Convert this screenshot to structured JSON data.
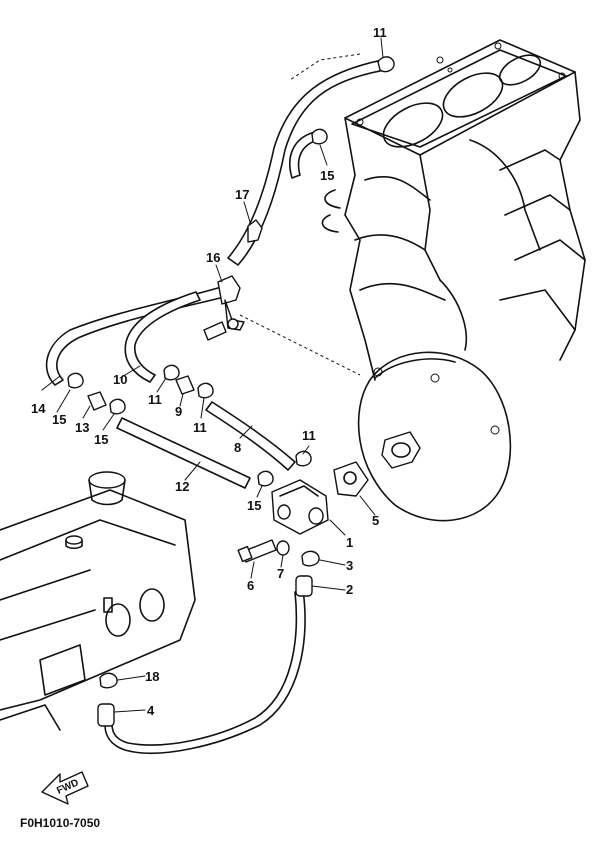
{
  "diagram": {
    "callouts": [
      {
        "id": "c1",
        "label": "1"
      },
      {
        "id": "c2",
        "label": "2"
      },
      {
        "id": "c3",
        "label": "3"
      },
      {
        "id": "c4",
        "label": "4"
      },
      {
        "id": "c5",
        "label": "5"
      },
      {
        "id": "c6",
        "label": "6"
      },
      {
        "id": "c7",
        "label": "7"
      },
      {
        "id": "c8",
        "label": "8"
      },
      {
        "id": "c9",
        "label": "9"
      },
      {
        "id": "c10",
        "label": "10"
      },
      {
        "id": "c11a",
        "label": "11"
      },
      {
        "id": "c11b",
        "label": "11"
      },
      {
        "id": "c11c",
        "label": "11"
      },
      {
        "id": "c11d",
        "label": "11"
      },
      {
        "id": "c12",
        "label": "12"
      },
      {
        "id": "c13",
        "label": "13"
      },
      {
        "id": "c14",
        "label": "14"
      },
      {
        "id": "c15a",
        "label": "15"
      },
      {
        "id": "c15b",
        "label": "15"
      },
      {
        "id": "c15c",
        "label": "15"
      },
      {
        "id": "c15d",
        "label": "15"
      },
      {
        "id": "c16",
        "label": "16"
      },
      {
        "id": "c17",
        "label": "17"
      },
      {
        "id": "c18",
        "label": "18"
      }
    ],
    "fwd_label": "FWD",
    "figure_code": "F0H1010-7050"
  }
}
